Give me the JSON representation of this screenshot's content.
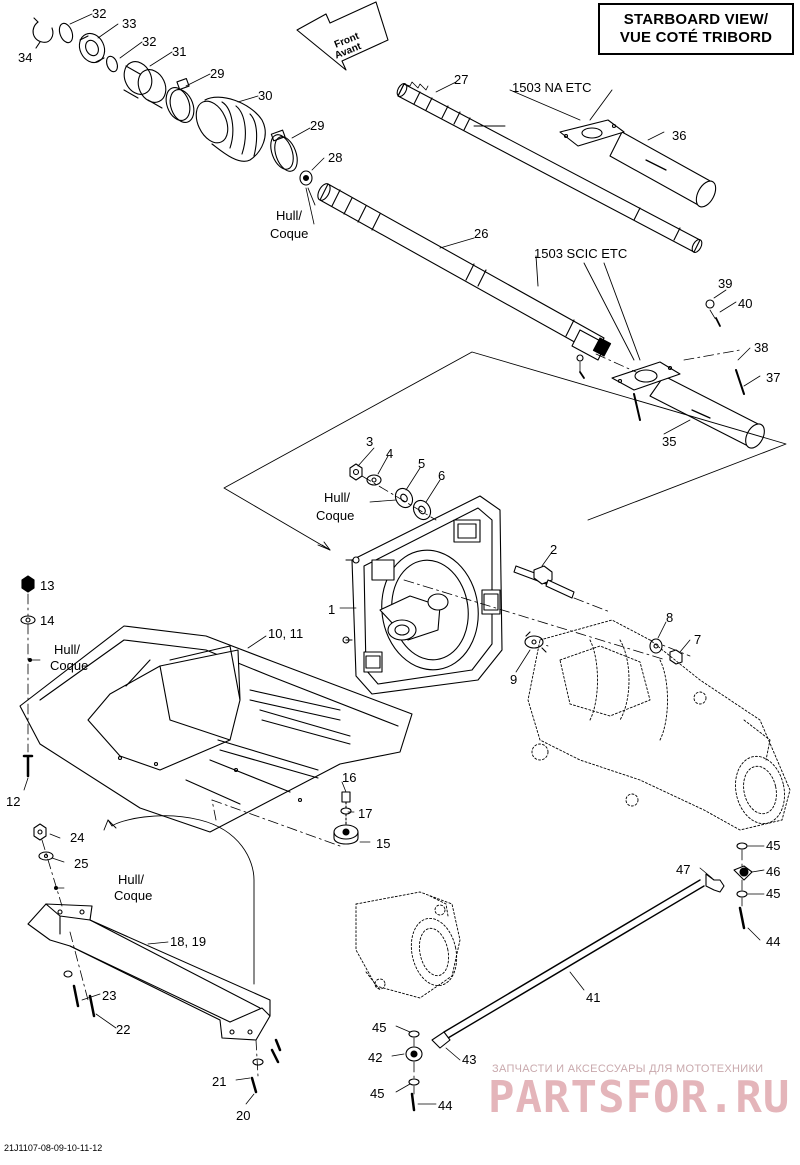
{
  "title": {
    "line1": "STARBOARD VIEW/",
    "line2": "VUE COTÉ TRIBORD"
  },
  "front_arrow": {
    "line1": "Front",
    "line2": "Avant"
  },
  "diagram_code": "21J1107-08-09-10-11-12",
  "watermark": {
    "small": "ЗАПЧАСТИ И АКСЕССУАРЫ ДЛЯ МОТОТЕХНИКИ",
    "big": "PARTSFOR.RU"
  },
  "notes": [
    {
      "id": "na",
      "text": "1503 NA ETC"
    },
    {
      "id": "scic",
      "text": "1503 SCIC ETC"
    },
    {
      "id": "hull1a",
      "text": "Hull/"
    },
    {
      "id": "hull1b",
      "text": "Coque"
    },
    {
      "id": "hull2a",
      "text": "Hull/"
    },
    {
      "id": "hull2b",
      "text": "Coque"
    },
    {
      "id": "hull3a",
      "text": "Hull/"
    },
    {
      "id": "hull3b",
      "text": "Coque"
    },
    {
      "id": "hull4a",
      "text": "Hull/"
    },
    {
      "id": "hull4b",
      "text": "Coque"
    }
  ],
  "callouts": [
    "34",
    "32",
    "33",
    "32",
    "31",
    "29",
    "30",
    "29",
    "28",
    "27",
    "36",
    "26",
    "39",
    "40",
    "38",
    "37",
    "35",
    "3",
    "4",
    "5",
    "6",
    "2",
    "1",
    "8",
    "7",
    "9",
    "13",
    "14",
    "10, 11",
    "12",
    "16",
    "17",
    "15",
    "24",
    "25",
    "18, 19",
    "23",
    "22",
    "21",
    "20",
    "45",
    "46",
    "45",
    "44",
    "47",
    "41",
    "45",
    "42",
    "43",
    "45",
    "44"
  ]
}
